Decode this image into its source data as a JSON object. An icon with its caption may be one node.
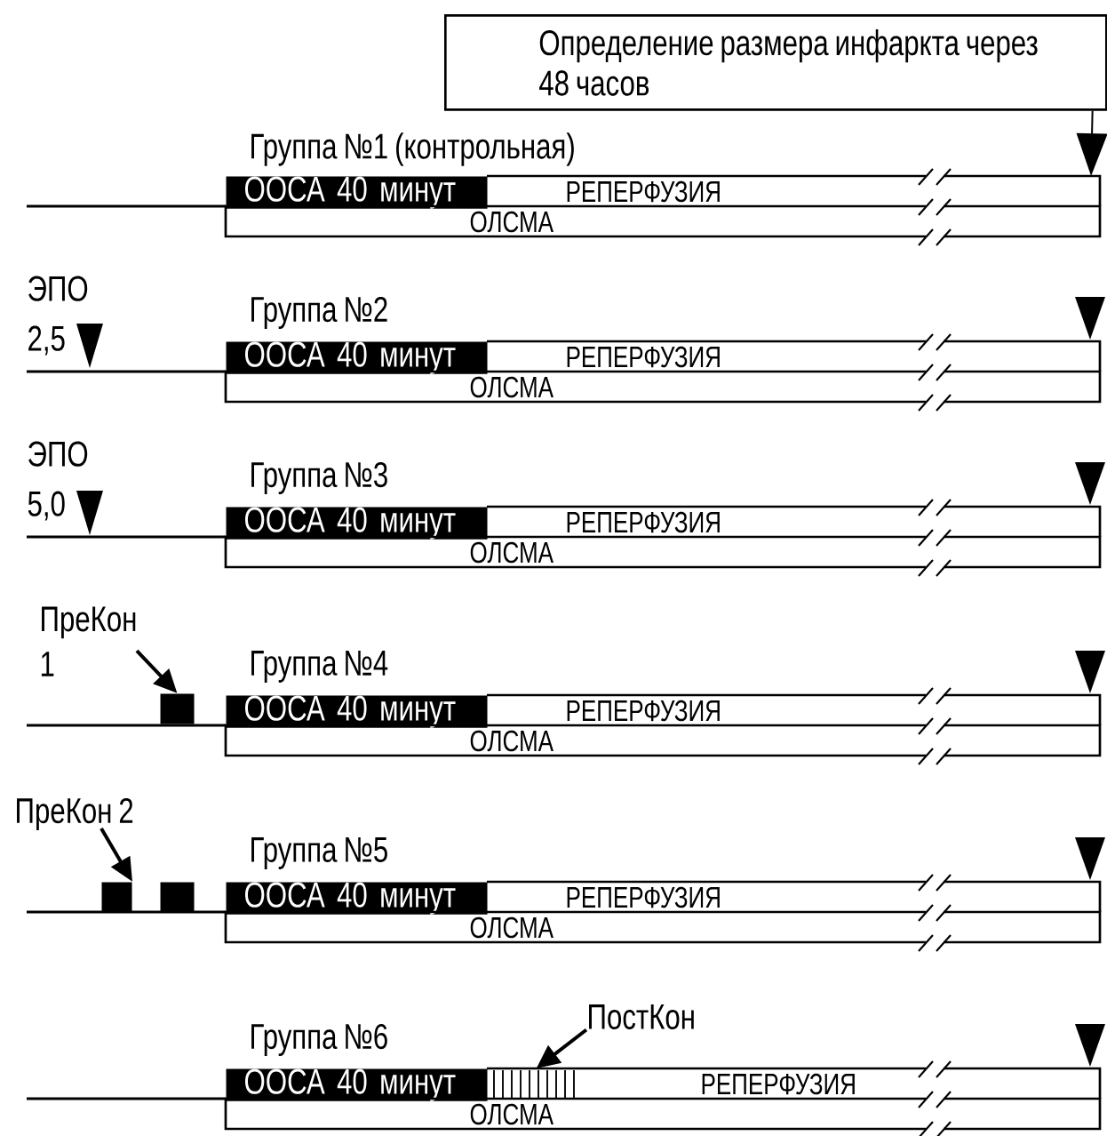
{
  "diagram": {
    "nodes": [
      {
        "text": [
          "Определение размера инфаркта через 48 часов"
        ]
      },
      {
        "text": [
          "ООСА 40 минут"
        ]
      },
      {
        "text": [
          "РЕПЕРФУЗИЯ"
        ]
      },
      {
        "text": [
          "ОЛСМА"
        ]
      },
      {
        "text": [
          "ООСА 40 минут"
        ]
      },
      {
        "text": [
          "РЕПЕРФУЗИЯ"
        ]
      },
      {
        "text": [
          "ОЛСМА"
        ]
      },
      {
        "text": [
          "ООСА 40 минут"
        ]
      },
      {
        "text": [
          "РЕПЕРФУЗИЯ"
        ]
      },
      {
        "text": [
          "ОЛСМА"
        ]
      },
      {
        "text": [
          "ПреКон 1"
        ]
      },
      {
        "text": [],
        "shape": "box"
      },
      {
        "text": [
          "ООСА 40 минут"
        ]
      },
      {
        "text": [
          "РЕПЕРФУЗИЯ"
        ]
      },
      {
        "text": [
          "ОЛСМА"
        ]
      },
      {
        "text": [
          "ПреКон 2"
        ]
      },
      {
        "text": [],
        "shape": "box"
      },
      {
        "text": [],
        "shape": "box"
      },
      {
        "text": [
          "ООСА 40 минут"
        ]
      },
      {
        "text": [
          "РЕПЕРФУЗИЯ"
        ]
      },
      {
        "text": [
          "ОЛСМА"
        ]
      },
      {
        "text": [
          "ПостКон"
        ]
      },
      {
        "text": [
          "ООСА 40 минут"
        ]
      },
      {
        "text": [
          "РЕПЕРФУЗИЯ"
        ]
      },
      {
        "text": [],
        "shape": "box",
        "in": 23
      },
      {
        "text": [
          "ОЛСМА"
        ]
      }
    ],
    "edges": [
      {
        "from": 0,
        "to": 2,
        "arrow": "to"
      },
      {
        "from": 10,
        "to": 11,
        "arrow": "to"
      },
      {
        "from": 15,
        "to": 16,
        "arrow": "to"
      },
      {
        "from": 21,
        "to": 24,
        "arrow": "to"
      }
    ],
    "labels": [
      "Группа №1 (контрольная)",
      "ЭПО 2,5",
      "Группа №2",
      "ЭПО 5,0",
      "Группа №3",
      "Группа №4",
      "Группа №5",
      "Группа №6"
    ]
  }
}
